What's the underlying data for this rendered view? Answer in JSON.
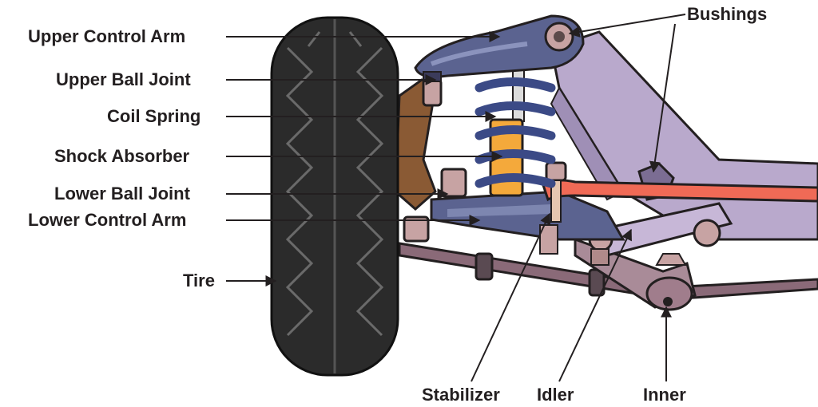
{
  "labels": {
    "upper_control_arm": "Upper Control Arm",
    "upper_ball_joint": "Upper Ball Joint",
    "coil_spring": "Coil Spring",
    "shock_absorber": "Shock Absorber",
    "lower_ball_joint": "Lower Ball Joint",
    "lower_control_arm": "Lower Control Arm",
    "tire": "Tire",
    "bushings": "Bushings",
    "stabilizer": "Stabilizer",
    "idler": "Idler",
    "inner": "Inner"
  },
  "colors": {
    "arm_purple": "#b9a9cc",
    "arm_dark": "#5b6390",
    "spring_blue": "#3b4a86",
    "shock_orange": "#f4a93b",
    "stabilizer_red": "#f06a56",
    "knuckle_brown": "#8a5a34",
    "tire_dark": "#2b2b2b",
    "tie_rod": "#8a6a78"
  }
}
